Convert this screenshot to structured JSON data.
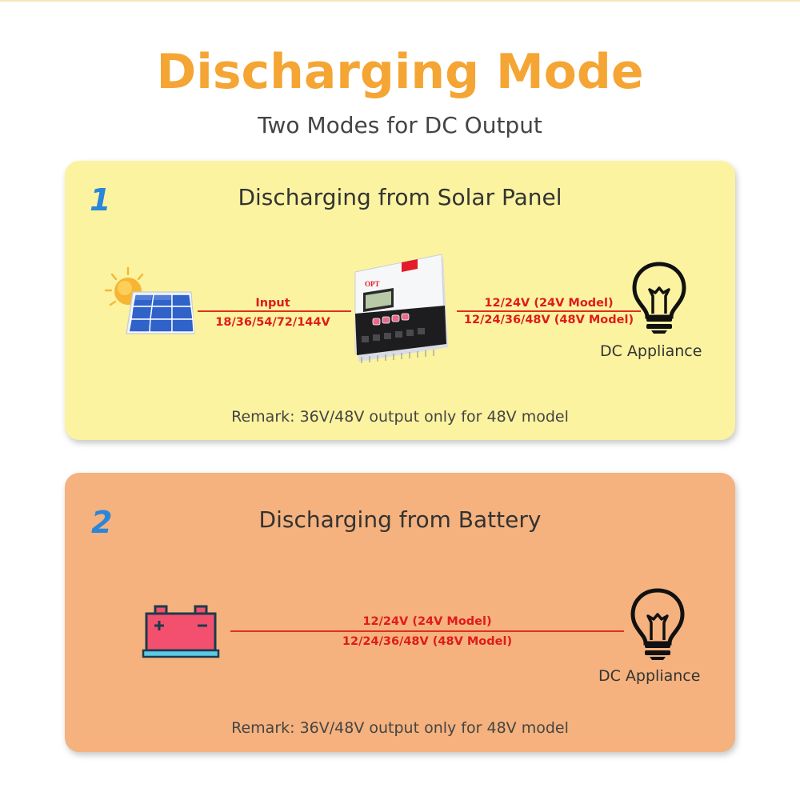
{
  "header": {
    "title": "Discharging Mode",
    "subtitle": "Two Modes for DC Output"
  },
  "mode1": {
    "number": "1",
    "title": "Discharging from Solar Panel",
    "input_label": "Input",
    "input_voltages": "18/36/54/72/144V",
    "controller_brand": "OPT",
    "output_line1": "12/24V (24V Model)",
    "output_line2": "12/24/36/48V (48V Model)",
    "appliance_label": "DC Appliance",
    "remark": "Remark: 36V/48V output only for 48V model",
    "icons": [
      "sun-icon",
      "solar-panel-icon",
      "charge-controller-image",
      "light-bulb-icon"
    ]
  },
  "mode2": {
    "number": "2",
    "title": "Discharging from Battery",
    "output_line1": "12/24V (24V Model)",
    "output_line2": "12/24/36/48V (48V Model)",
    "appliance_label": "DC Appliance",
    "remark": "Remark: 36V/48V output only for 48V model",
    "icons": [
      "battery-icon",
      "light-bulb-icon"
    ]
  },
  "colors": {
    "title": "#f4a533",
    "card1_bg": "#fbf3a0",
    "card2_bg": "#f5b27e",
    "number": "#2a86d8",
    "red_text": "#e01b1b"
  }
}
